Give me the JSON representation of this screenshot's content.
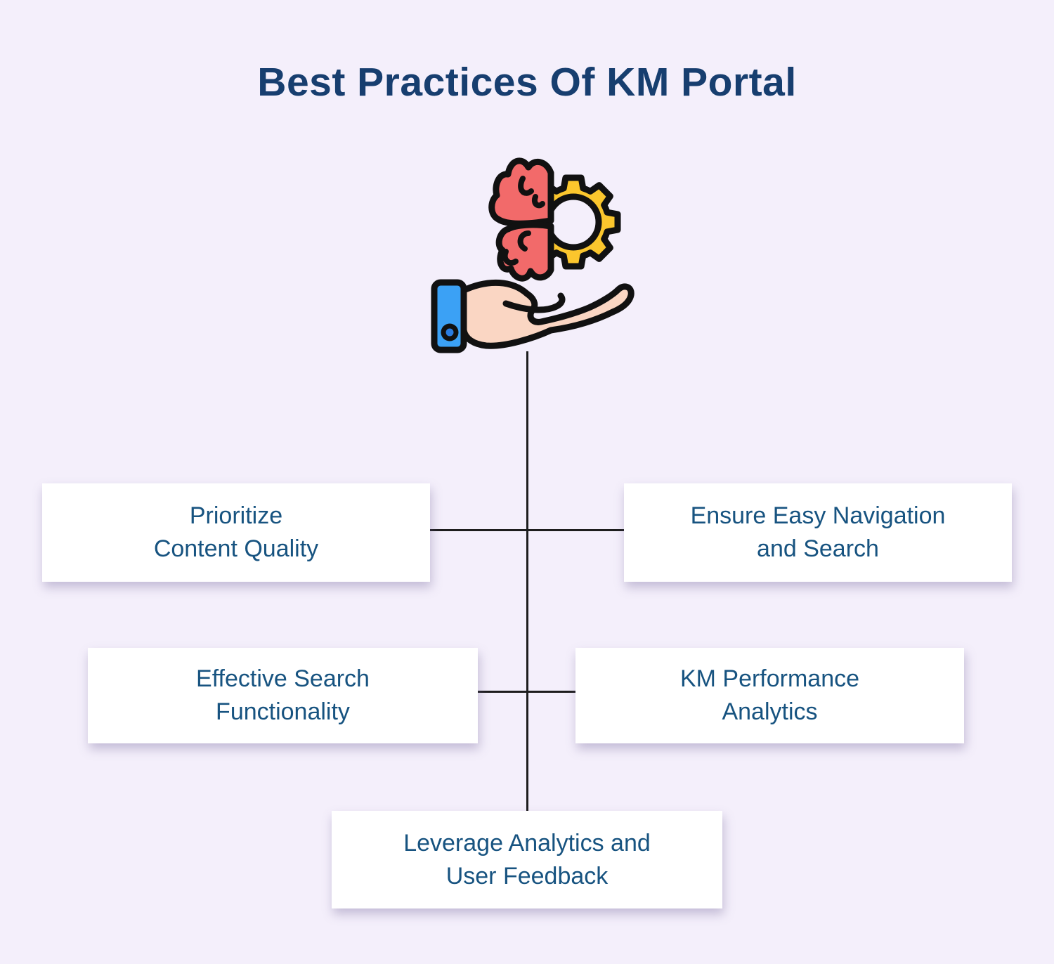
{
  "page": {
    "title": "Best Practices Of KM Portal",
    "background_color": "#f4effb"
  },
  "colors": {
    "title_text": "#173e6f",
    "node_text": "#175380",
    "node_background": "#ffffff",
    "connector_line": "#1d1d1d",
    "icon_brain": "#f26a6a",
    "icon_gear": "#fbc62d",
    "icon_hand_skin": "#fad6c3",
    "icon_cuff": "#3ba1f5",
    "icon_button": "#2a7de1",
    "icon_outline": "#111111"
  },
  "icon": {
    "name": "hand-presenting-brain-gear"
  },
  "nodes": [
    {
      "id": "prioritize-content-quality",
      "label": "Prioritize\nContent Quality"
    },
    {
      "id": "ensure-easy-navigation-and-search",
      "label": "Ensure Easy Navigation\nand Search"
    },
    {
      "id": "effective-search-functionality",
      "label": "Effective Search\nFunctionality"
    },
    {
      "id": "km-performance-analytics",
      "label": "KM Performance\nAnalytics"
    },
    {
      "id": "leverage-analytics-and-user-feedback",
      "label": "Leverage Analytics and\nUser Feedback"
    }
  ]
}
